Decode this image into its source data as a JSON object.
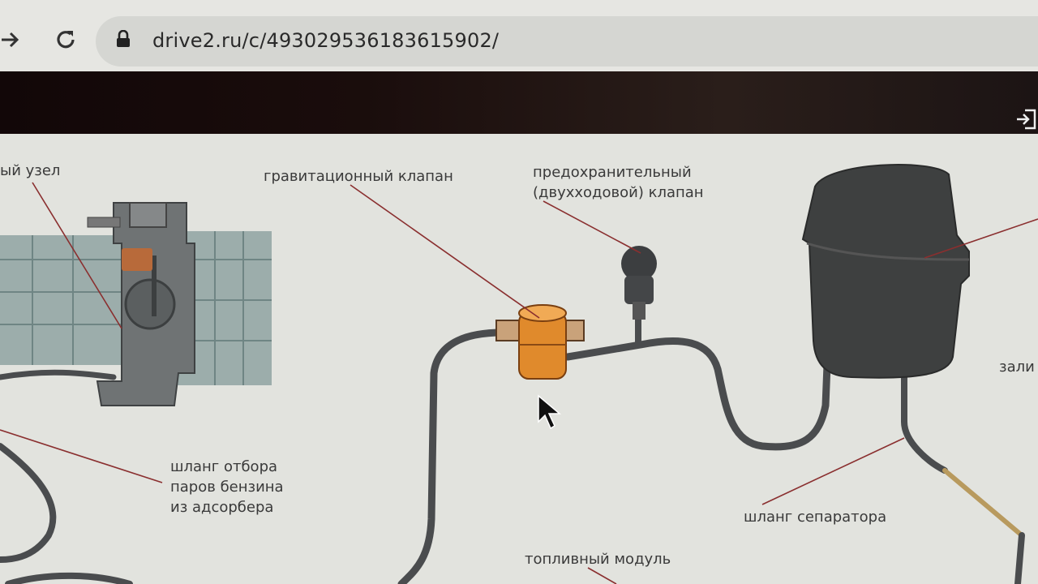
{
  "browser": {
    "url": "drive2.ru/c/493029536183615902/",
    "icons": [
      "forward-arrow-icon",
      "reload-icon",
      "lock-icon",
      "exit-icon"
    ]
  },
  "diagram": {
    "labels": {
      "node": "ый узел",
      "gravity_valve": "гравитационный клапан",
      "safety_valve": "предохранительный\n(двухходовой) клапан",
      "vapor_hose": "шланг отбора\nпаров бензина\nиз адсорбера",
      "separator_hose": "шланг сепаратора",
      "fuel_module": "топливный модуль",
      "filler": "зали"
    },
    "colors": {
      "valve_orange": "#e08a2c",
      "hose": "#4a4c4e",
      "separator": "#3e4040",
      "leader_line": "#8a2f2f",
      "engine_block": "#8fa3a2"
    }
  }
}
